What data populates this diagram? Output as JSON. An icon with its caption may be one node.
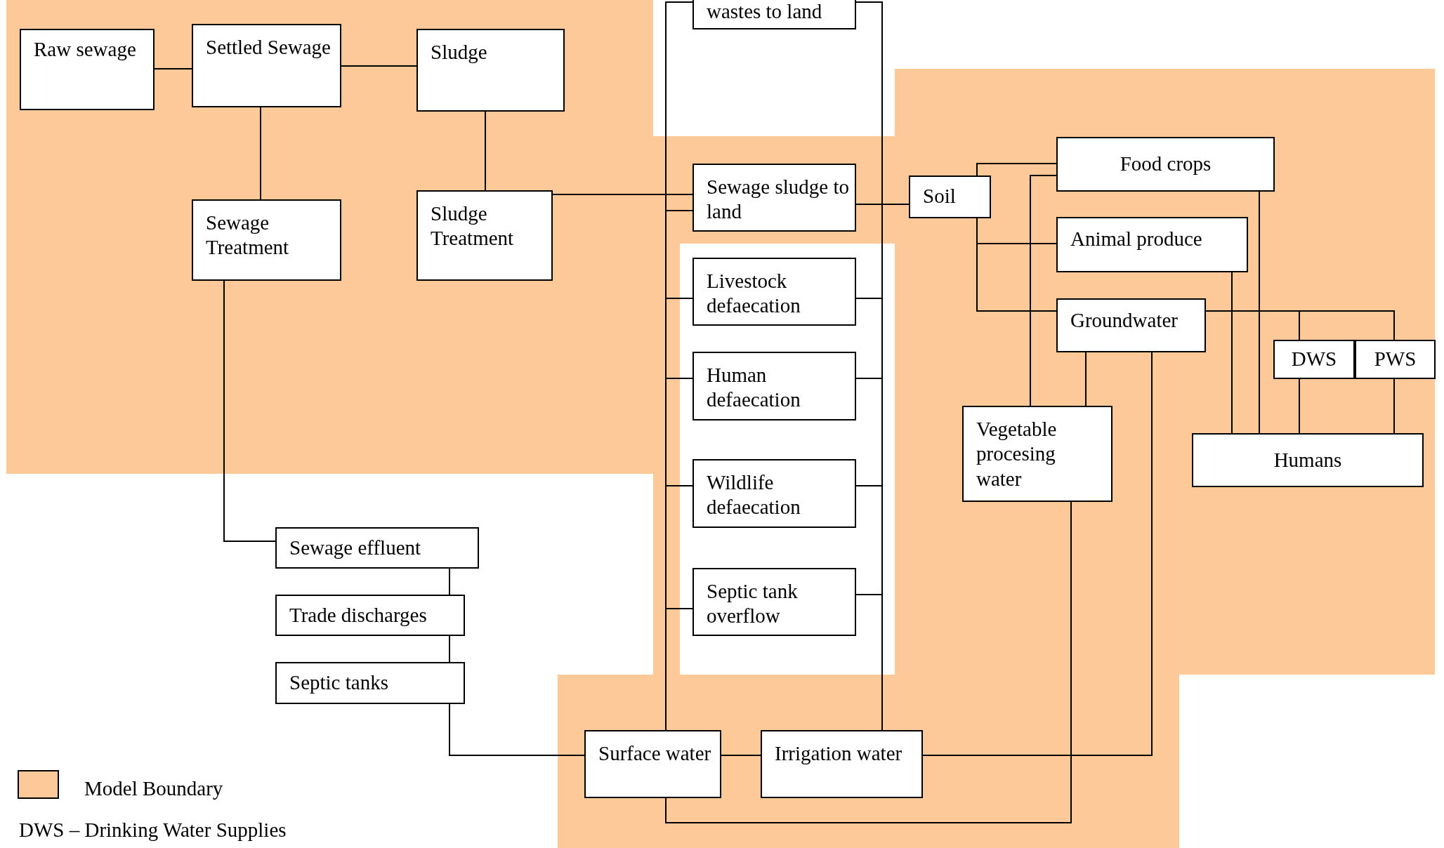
{
  "diagram": {
    "nodes": [
      {
        "text": [
          "Raw sewage"
        ]
      },
      {
        "text": [
          "Settled Sewage"
        ]
      },
      {
        "text": [
          "Sludge"
        ]
      },
      {
        "text": [
          "Sewage Treatment"
        ]
      },
      {
        "text": [
          "Sludge Treatment"
        ]
      },
      {
        "text": [
          "wastes to land"
        ]
      },
      {
        "text": [
          "Sewage sludge to land"
        ]
      },
      {
        "text": [
          "Livestock defaecation"
        ]
      },
      {
        "text": [
          "Human defaecation"
        ]
      },
      {
        "text": [
          "Wildlife defaecation"
        ]
      },
      {
        "text": [
          "Septic tank overflow"
        ]
      },
      {
        "text": [
          "Soil"
        ]
      },
      {
        "text": [
          "Food crops"
        ]
      },
      {
        "text": [
          "Animal produce"
        ]
      },
      {
        "text": [
          "Groundwater"
        ]
      },
      {
        "text": [
          "DWS"
        ]
      },
      {
        "text": [
          "PWS"
        ]
      },
      {
        "text": [
          "Vegetable procesing water"
        ]
      },
      {
        "text": [
          "Humans"
        ]
      },
      {
        "text": [
          "Sewage effluent"
        ]
      },
      {
        "text": [
          "Trade discharges"
        ]
      },
      {
        "text": [
          "Septic tanks"
        ]
      },
      {
        "text": [
          "Surface water"
        ]
      },
      {
        "text": [
          "Irrigation water"
        ]
      }
    ],
    "edges": [
      {
        "from": 0,
        "to": 1,
        "arrow": "none"
      },
      {
        "from": 1,
        "to": 2,
        "arrow": "none"
      },
      {
        "from": 1,
        "to": 3,
        "arrow": "none"
      },
      {
        "from": 2,
        "to": 4,
        "arrow": "none"
      },
      {
        "from": 4,
        "to": 6,
        "arrow": "none"
      },
      {
        "from": 5,
        "to": 22,
        "arrow": "none"
      },
      {
        "from": 6,
        "to": 22,
        "arrow": "none"
      },
      {
        "from": 7,
        "to": 22,
        "arrow": "none"
      },
      {
        "from": 8,
        "to": 22,
        "arrow": "none"
      },
      {
        "from": 9,
        "to": 22,
        "arrow": "none"
      },
      {
        "from": 10,
        "to": 22,
        "arrow": "none"
      },
      {
        "from": 5,
        "to": 23,
        "arrow": "none"
      },
      {
        "from": 7,
        "to": 23,
        "arrow": "none"
      },
      {
        "from": 8,
        "to": 23,
        "arrow": "none"
      },
      {
        "from": 9,
        "to": 23,
        "arrow": "none"
      },
      {
        "from": 10,
        "to": 23,
        "arrow": "none"
      },
      {
        "from": 6,
        "to": 11,
        "arrow": "none"
      },
      {
        "from": 3,
        "to": 19,
        "arrow": "none"
      },
      {
        "from": 19,
        "to": 20,
        "arrow": "none"
      },
      {
        "from": 20,
        "to": 21,
        "arrow": "none"
      },
      {
        "from": 21,
        "to": 22,
        "arrow": "none"
      },
      {
        "from": 22,
        "to": 23,
        "arrow": "none"
      },
      {
        "from": 23,
        "to": 14,
        "arrow": "none"
      },
      {
        "from": 22,
        "to": 17,
        "arrow": "none"
      },
      {
        "from": 17,
        "to": 14,
        "arrow": "none"
      },
      {
        "from": 17,
        "to": 12,
        "arrow": "none"
      },
      {
        "from": 11,
        "to": 12,
        "arrow": "none"
      },
      {
        "from": 11,
        "to": 13,
        "arrow": "none"
      },
      {
        "from": 11,
        "to": 14,
        "arrow": "none"
      },
      {
        "from": 12,
        "to": 18,
        "arrow": "none"
      },
      {
        "from": 13,
        "to": 18,
        "arrow": "none"
      },
      {
        "from": 14,
        "to": 15,
        "arrow": "none"
      },
      {
        "from": 14,
        "to": 16,
        "arrow": "none"
      },
      {
        "from": 15,
        "to": 18,
        "arrow": "none"
      },
      {
        "from": 16,
        "to": 18,
        "arrow": "none"
      }
    ],
    "labels": [
      "DWS – Drinking Water Supplies"
    ],
    "legend": [
      {
        "text": "Model Boundary",
        "color": "#fdc998"
      }
    ]
  }
}
